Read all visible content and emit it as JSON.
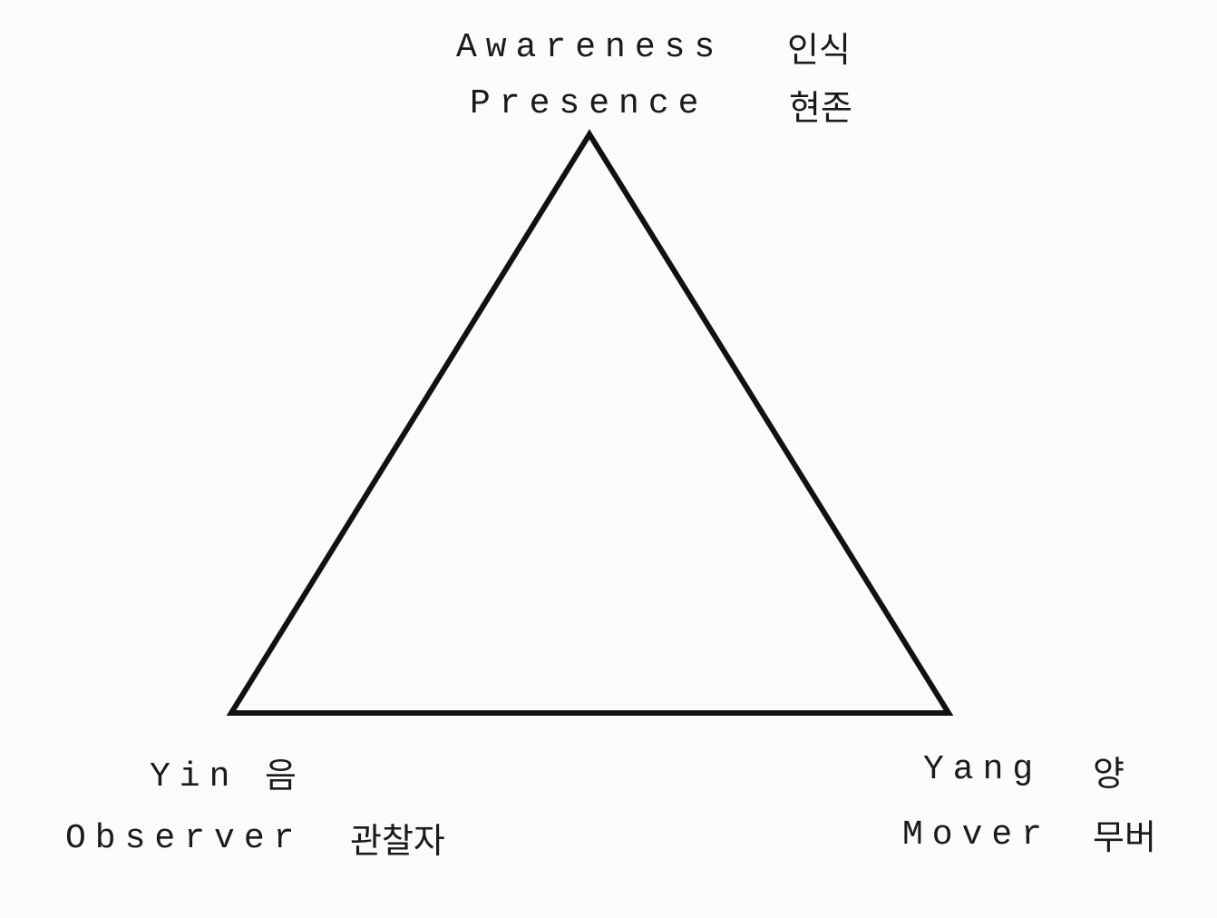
{
  "top": {
    "line1": "Awareness",
    "line1_ko": "인식",
    "line2": "Presence",
    "line2_ko": "현존"
  },
  "left": {
    "line1": "Yin",
    "line1_ko": "음",
    "line2": "Observer",
    "line2_ko": "관찰자"
  },
  "right": {
    "line1": "Yang",
    "line1_ko": "양",
    "line2": "Mover",
    "line2_ko": "무버"
  },
  "colors": {
    "stroke": "#111111",
    "background": "#fbfbfd"
  }
}
